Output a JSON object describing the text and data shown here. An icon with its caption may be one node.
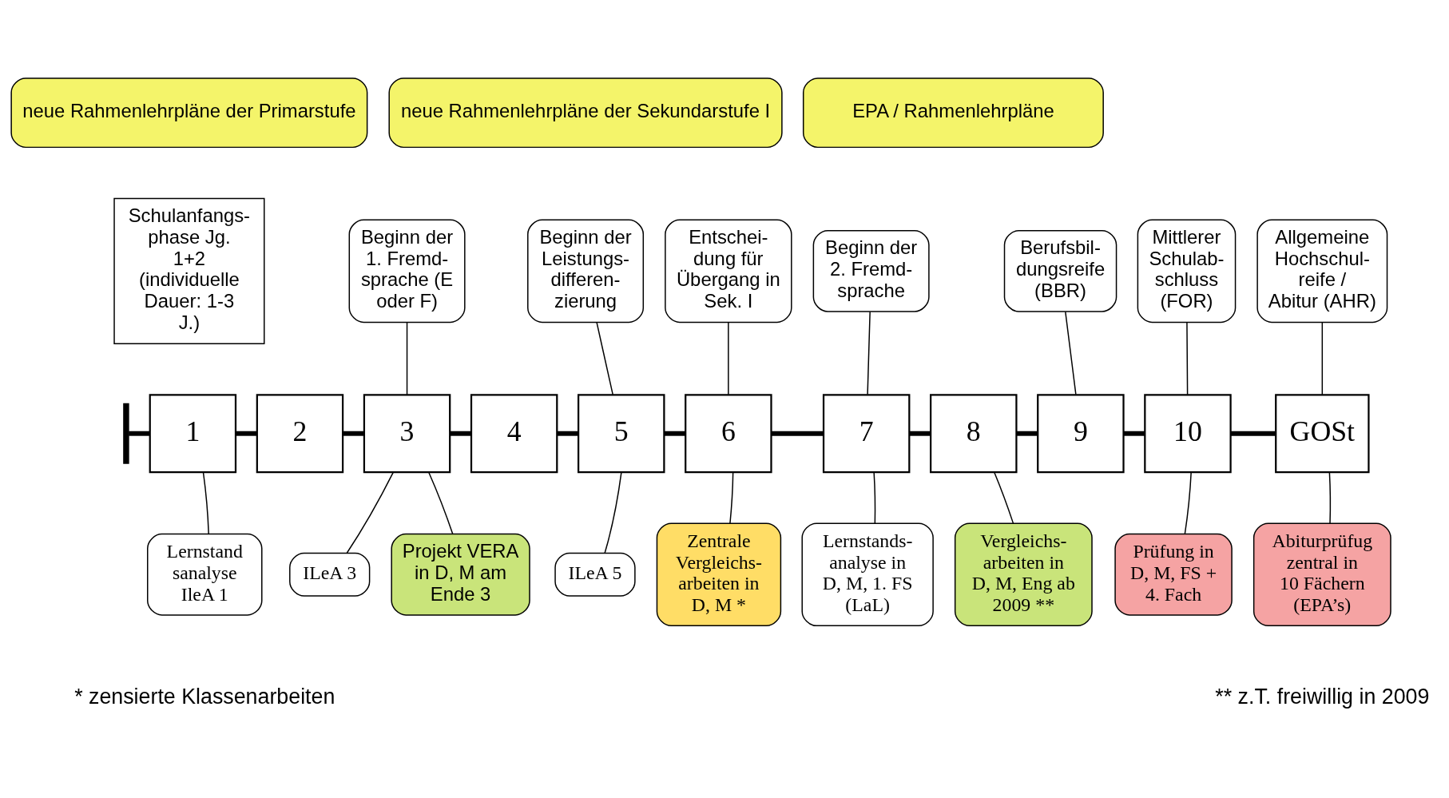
{
  "diagram": {
    "nodes": [
      {
        "text": [
          "neue Rahmenlehrpläne der Primarstufe"
        ]
      },
      {
        "text": [
          "neue Rahmenlehrpläne der Sekundarstufe I"
        ]
      },
      {
        "text": [
          "EPA / Rahmenlehrpläne"
        ]
      },
      {
        "text": [
          "Schulanfangs- phase Jg. 1+2 (individuelle Dauer: 1-3 J.)"
        ]
      },
      {
        "text": [
          "Beginn der 1. Fremd- sprache (E oder F)"
        ]
      },
      {
        "text": [
          "Beginn der Leistungs- differen- zierung"
        ]
      },
      {
        "text": [
          "Entschei- dung für Übergang in Sek. I"
        ]
      },
      {
        "text": [
          "Beginn der 2. Fremd- sprache"
        ]
      },
      {
        "text": [
          "Berufsbil- dungsreife (BBR)"
        ]
      },
      {
        "text": [
          "Mittlerer Schulab- schluss (FOR)"
        ]
      },
      {
        "text": [
          "Allgemeine Hochschul- reife / Abitur (AHR)"
        ]
      },
      {
        "text": [],
        "shape": "bar"
      },
      {
        "text": [
          "1"
        ]
      },
      {
        "text": [
          "2"
        ]
      },
      {
        "text": [
          "3"
        ]
      },
      {
        "text": [
          "4"
        ]
      },
      {
        "text": [
          "5"
        ]
      },
      {
        "text": [
          "6"
        ]
      },
      {
        "text": [
          "7"
        ]
      },
      {
        "text": [
          "8"
        ]
      },
      {
        "text": [
          "9"
        ]
      },
      {
        "text": [
          "10"
        ]
      },
      {
        "text": [
          "GOSt"
        ]
      },
      {
        "text": [
          "Lernstand sanalyse IleA 1"
        ]
      },
      {
        "text": [
          "ILeA 3"
        ]
      },
      {
        "text": [
          "Projekt VERA in D, M am Ende 3"
        ]
      },
      {
        "text": [
          "ILeA 5"
        ]
      },
      {
        "text": [
          "Zentrale Vergleichs- arbeiten in D, M *"
        ]
      },
      {
        "text": [
          "Lernstands- analyse in D, M, 1. FS (LaL)"
        ]
      },
      {
        "text": [
          "Vergleichs- arbeiten in D, M, Eng ab 2009 **"
        ]
      },
      {
        "text": [
          "Prüfung in D, M, FS + 4. Fach"
        ]
      },
      {
        "text": [
          "Abiturprüfug zentral in 10 Fächern (EPA’s)"
        ]
      }
    ],
    "edges": [
      {
        "from": 11,
        "to": 12,
        "arrow": "none",
        "style": "thick"
      },
      {
        "from": 12,
        "to": 13,
        "arrow": "none",
        "style": "thick"
      },
      {
        "from": 13,
        "to": 14,
        "arrow": "none",
        "style": "thick"
      },
      {
        "from": 14,
        "to": 15,
        "arrow": "none",
        "style": "thick"
      },
      {
        "from": 15,
        "to": 16,
        "arrow": "none",
        "style": "thick"
      },
      {
        "from": 16,
        "to": 17,
        "arrow": "none",
        "style": "thick"
      },
      {
        "from": 17,
        "to": 18,
        "arrow": "none",
        "style": "thick"
      },
      {
        "from": 18,
        "to": 19,
        "arrow": "none",
        "style": "thick"
      },
      {
        "from": 19,
        "to": 20,
        "arrow": "none",
        "style": "thick"
      },
      {
        "from": 20,
        "to": 21,
        "arrow": "none",
        "style": "thick"
      },
      {
        "from": 21,
        "to": 22,
        "arrow": "none",
        "style": "thick"
      },
      {
        "from": 4,
        "to": 14,
        "arrow": "none"
      },
      {
        "from": 5,
        "to": 16,
        "arrow": "none"
      },
      {
        "from": 6,
        "to": 17,
        "arrow": "none"
      },
      {
        "from": 7,
        "to": 18,
        "arrow": "none"
      },
      {
        "from": 8,
        "to": 20,
        "arrow": "none"
      },
      {
        "from": 9,
        "to": 21,
        "arrow": "none"
      },
      {
        "from": 10,
        "to": 22,
        "arrow": "none"
      },
      {
        "from": 23,
        "to": 12,
        "arrow": "none"
      },
      {
        "from": 24,
        "to": 14,
        "arrow": "none"
      },
      {
        "from": 25,
        "to": 14,
        "arrow": "none"
      },
      {
        "from": 26,
        "to": 16,
        "arrow": "none"
      },
      {
        "from": 27,
        "to": 17,
        "arrow": "none"
      },
      {
        "from": 28,
        "to": 18,
        "arrow": "none"
      },
      {
        "from": 29,
        "to": 19,
        "arrow": "none"
      },
      {
        "from": 30,
        "to": 21,
        "arrow": "none"
      },
      {
        "from": 31,
        "to": 22,
        "arrow": "none"
      }
    ],
    "labels": [
      "* zensierte Klassenarbeiten",
      "** z.T. freiwillig in 2009"
    ]
  }
}
